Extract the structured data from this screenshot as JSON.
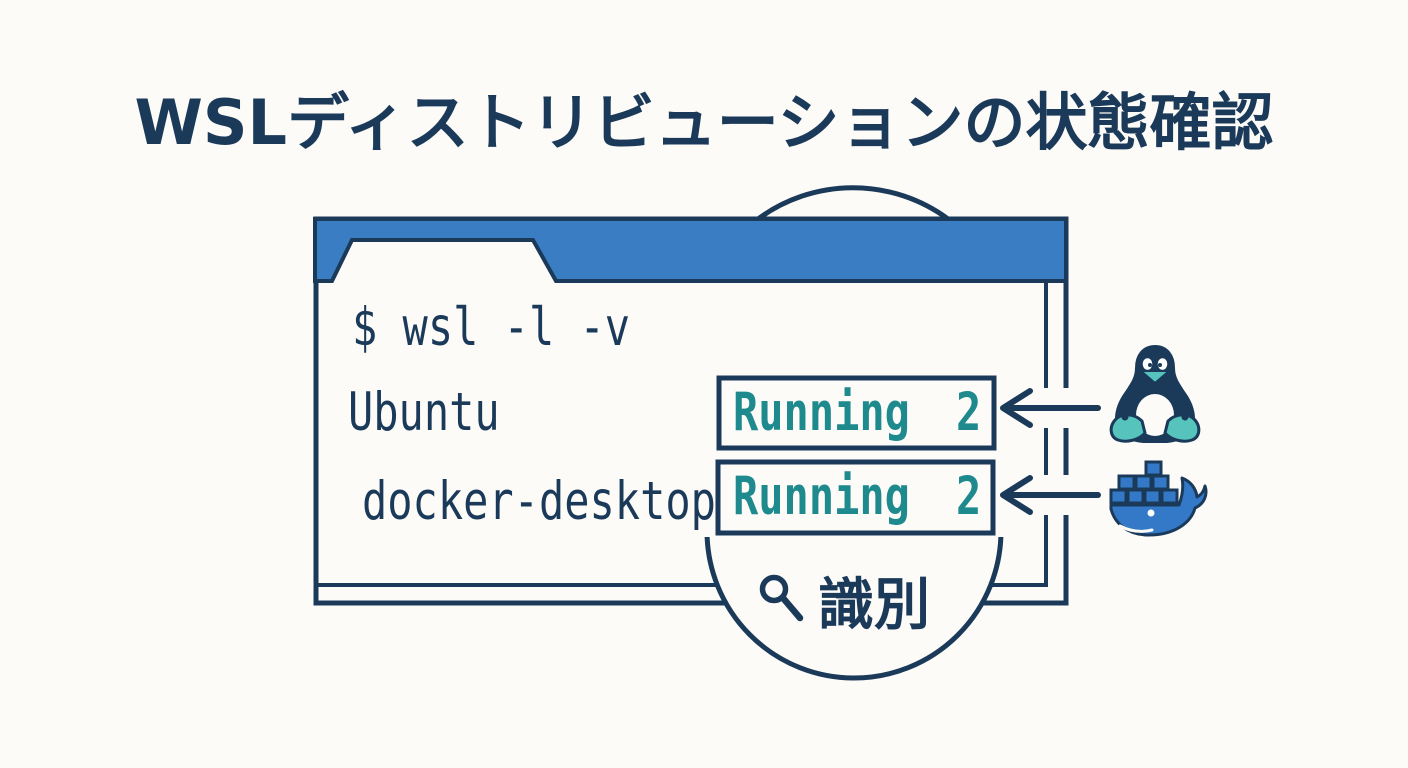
{
  "title": "WSLディストリビューションの状態確認",
  "window": {
    "type": "terminal-folder-window",
    "command": "$ wsl -l -v",
    "distributions": [
      {
        "name": "Ubuntu",
        "state": "Running",
        "version": "2",
        "icon": "linux-tux-icon"
      },
      {
        "name": "docker-desktop",
        "state": "Running",
        "version": "2",
        "icon": "docker-whale-icon"
      }
    ]
  },
  "badge": {
    "icon": "magnifier-icon",
    "label": "識別"
  },
  "colors": {
    "navy": "#1b3a5a",
    "header_blue": "#3b7dc2",
    "status_teal": "#1e8a8e",
    "tux_teal": "#56c4bd",
    "whale_blue": "#3379c8",
    "background": "#fcfbf8"
  }
}
